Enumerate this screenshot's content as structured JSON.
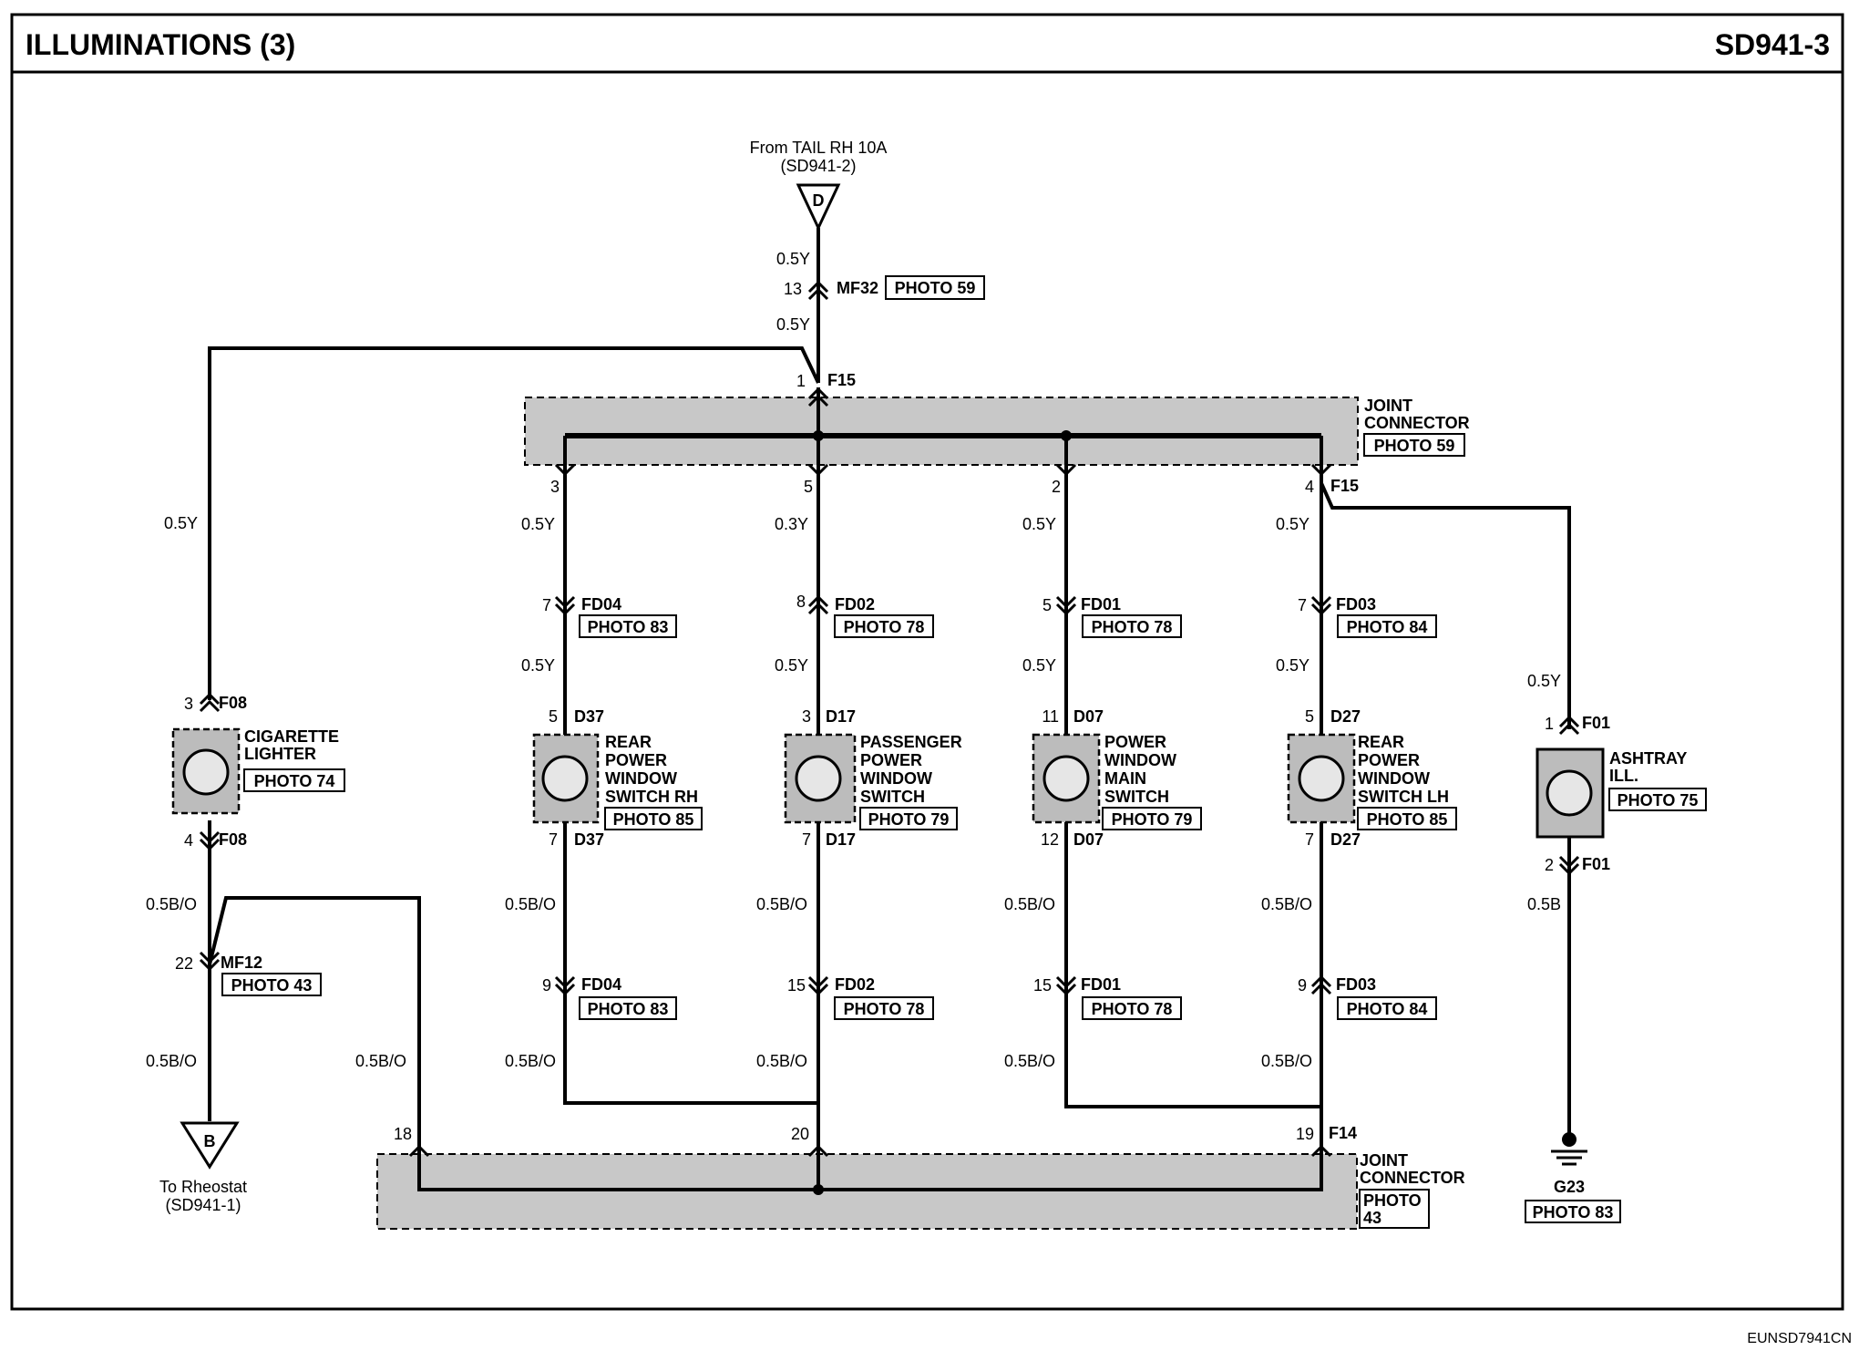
{
  "header": {
    "title": "ILLUMINATIONS (3)",
    "code": "SD941-3"
  },
  "footer": {
    "id": "EUNSD7941CN"
  },
  "source_top": {
    "line1": "From TAIL RH 10A",
    "line2": "(SD941-2)",
    "letter": "D"
  },
  "dest_bottom": {
    "line1": "To Rheostat",
    "line2": "(SD941-1)",
    "letter": "B"
  },
  "connector_mf32": {
    "pin": "13",
    "name": "MF32",
    "photo": "PHOTO 59"
  },
  "wire_top_1": "0.5Y",
  "wire_top_2": "0.5Y",
  "joint_top": {
    "pin_in": "1",
    "name_in": "F15",
    "label_1": "JOINT",
    "label_2": "CONNECTOR",
    "photo": "PHOTO 59",
    "pins": [
      "3",
      "5",
      "2",
      "4"
    ],
    "name_right": "F15"
  },
  "joint_bottom": {
    "pins": [
      "18",
      "20",
      "19"
    ],
    "name": "F14",
    "label_1": "JOINT",
    "label_2": "CONNECTOR",
    "photo_1": "PHOTO",
    "photo_2": "43"
  },
  "left_branch": {
    "wire_upper": "0.5Y",
    "pin_top": "3",
    "conn_top": "F08",
    "device": [
      "CIGARETTE",
      "LIGHTER"
    ],
    "photo": "PHOTO 74",
    "pin_bottom": "4",
    "conn_bottom": "F08",
    "wire_mid": "0.5B/O",
    "mf12_pin": "22",
    "mf12_name": "MF12",
    "mf12_photo": "PHOTO 43",
    "wire_low": "0.5B/O",
    "wire_return": "0.5B/O"
  },
  "columns": [
    {
      "wire_1": "0.5Y",
      "fd_pin_top": "7",
      "fd_name": "FD04",
      "fd_photo": "PHOTO 83",
      "wire_2": "0.5Y",
      "sw_pin_top": "5",
      "sw_name": "D37",
      "device": [
        "REAR",
        "POWER",
        "WINDOW",
        "SWITCH RH"
      ],
      "sw_photo": "PHOTO 85",
      "sw_pin_bottom": "7",
      "wire_3": "0.5B/O",
      "fd_pin_bottom": "9",
      "fd_photo_bottom": "PHOTO 83",
      "wire_4": "0.5B/O"
    },
    {
      "wire_1": "0.3Y",
      "fd_pin_top": "8",
      "fd_name": "FD02",
      "fd_photo": "PHOTO 78",
      "wire_2": "0.5Y",
      "sw_pin_top": "3",
      "sw_name": "D17",
      "device": [
        "PASSENGER",
        "POWER",
        "WINDOW",
        "SWITCH"
      ],
      "sw_photo": "PHOTO 79",
      "sw_pin_bottom": "7",
      "wire_3": "0.5B/O",
      "fd_pin_bottom": "15",
      "fd_photo_bottom": "PHOTO 78",
      "wire_4": "0.5B/O"
    },
    {
      "wire_1": "0.5Y",
      "fd_pin_top": "5",
      "fd_name": "FD01",
      "fd_photo": "PHOTO 78",
      "wire_2": "0.5Y",
      "sw_pin_top": "11",
      "sw_name": "D07",
      "device": [
        "POWER",
        "WINDOW",
        "MAIN",
        "SWITCH"
      ],
      "sw_photo": "PHOTO 79",
      "sw_pin_bottom": "12",
      "wire_3": "0.5B/O",
      "fd_pin_bottom": "15",
      "fd_photo_bottom": "PHOTO 78",
      "wire_4": "0.5B/O"
    },
    {
      "wire_1": "0.5Y",
      "fd_pin_top": "7",
      "fd_name": "FD03",
      "fd_photo": "PHOTO 84",
      "wire_2": "0.5Y",
      "sw_pin_top": "5",
      "sw_name": "D27",
      "device": [
        "REAR",
        "POWER",
        "WINDOW",
        "SWITCH LH"
      ],
      "sw_photo": "PHOTO 85",
      "sw_pin_bottom": "7",
      "wire_3": "0.5B/O",
      "fd_pin_bottom": "9",
      "fd_photo_bottom": "PHOTO 84",
      "wire_4": "0.5B/O"
    }
  ],
  "ashtray": {
    "wire_in": "0.5Y",
    "pin_top": "1",
    "conn": "F01",
    "device": [
      "ASHTRAY",
      "ILL."
    ],
    "photo": "PHOTO 75",
    "pin_bottom": "2",
    "conn_bottom": "F01",
    "wire_out": "0.5B",
    "ground": "G23",
    "ground_photo": "PHOTO 83"
  }
}
